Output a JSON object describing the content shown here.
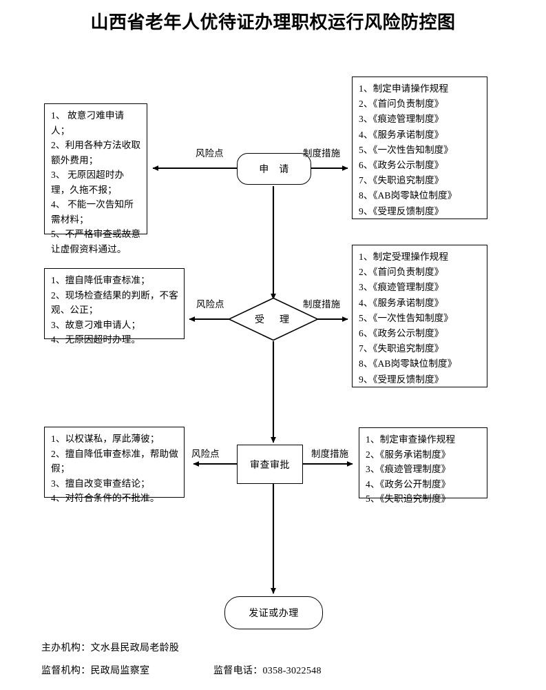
{
  "title": "山西省老年人优待证办理职权运行风险防控图",
  "connector_labels": {
    "risk": "风险点",
    "measure": "制度措施"
  },
  "nodes": {
    "apply": "申　请",
    "accept": "受　理",
    "review": "审查审批",
    "issue": "发证或办理"
  },
  "risk_boxes": [
    {
      "id": "apply-risks",
      "lines": [
        "1、 故意刁难申请人；",
        "2、利用各种方法收取额外费用；",
        "3、 无原因超时办理，久拖不报；",
        "4、 不能一次告知所需材料；",
        "5、不严格审查或故意让虚假资料通过。"
      ]
    },
    {
      "id": "accept-risks",
      "lines": [
        "1、擅自降低审查标准；",
        "2、现场检查结果的判断，不客观、公正；",
        "3、故意刁难申请人；",
        "4、无原因超时办理。"
      ]
    },
    {
      "id": "review-risks",
      "lines": [
        "1、以权谋私，厚此薄彼；",
        "2、擅自降低审查标准，帮助做假；",
        "3、擅自改变审查结论；",
        "4、对符合条件的不批准。"
      ]
    }
  ],
  "measure_boxes": [
    {
      "id": "apply-measures",
      "lines": [
        "1、制定申请操作规程",
        "2、《首问负责制度》",
        "3、《痕迹管理制度》",
        "4、《服务承诺制度》",
        "5、《一次性告知制度》",
        "6、《政务公示制度》",
        "7、《失职追究制度》",
        "8、《AB岗零缺位制度》",
        "9、《受理反馈制度》"
      ]
    },
    {
      "id": "accept-measures",
      "lines": [
        "1、制定受理操作规程",
        "2、《首问负责制度》",
        "3、《痕迹管理制度》",
        "4、《服务承诺制度》",
        "5、《一次性告知制度》",
        "6、《政务公示制度》",
        "7、《失职追究制度》",
        "8、《AB岗零缺位制度》",
        "9、《受理反馈制度》"
      ]
    },
    {
      "id": "review-measures",
      "lines": [
        "1、制定审查操作规程",
        "2、《服务承诺制度》",
        "3、《痕迹管理制度》",
        "4、《政务公开制度》",
        "5、《失职追究制度》"
      ]
    }
  ],
  "footer": {
    "organizer": "主办机构：文水县民政局老龄股",
    "supervisor": "监督机构：民政局监察室",
    "phone": "监督电话：0358-3022548"
  },
  "colors": {
    "stroke": "#000000",
    "background": "#ffffff"
  }
}
